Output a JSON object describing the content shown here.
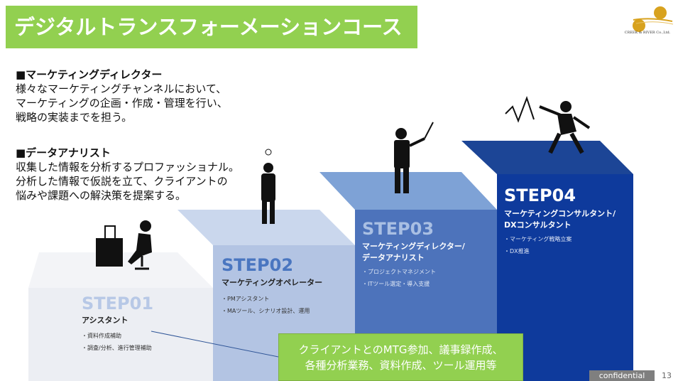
{
  "title": "デジタルトランスフォーメーションコース",
  "logo": {
    "text": "CREEK & RIVER Co.,Ltd."
  },
  "descriptions": [
    {
      "heading": "■マーケティングディレクター",
      "lines": [
        "様々なマーケティングチャンネルにおいて、",
        "マーケティングの企画・作成・管理を行い、",
        "戦略の実装までを担う。"
      ]
    },
    {
      "heading": "■データアナリスト",
      "lines": [
        "収集した情報を分析するプロファッショナル。",
        "分析した情報で仮説を立て、クライアントの",
        "悩みや課題への解決策を提案する。"
      ]
    }
  ],
  "steps": [
    {
      "label": "STEP01",
      "role": [
        "アシスタント"
      ],
      "items": [
        "・資料作成補助",
        "・調査/分析、進行管理補助"
      ]
    },
    {
      "label": "STEP02",
      "role": [
        "マーケティングオペレーター"
      ],
      "items": [
        "・PMアシスタント",
        "・MAツール、シナリオ設計、運用"
      ]
    },
    {
      "label": "STEP03",
      "role": [
        "マーケティングディレクター/",
        "データアナリスト"
      ],
      "items": [
        "・プロジェクトマネジメント",
        "・ITツール選定・導入支援"
      ]
    },
    {
      "label": "STEP04",
      "role": [
        "マーケティングコンサルタント/",
        "DXコンサルタント"
      ],
      "items": [
        "・マーケティング戦略立案",
        "・DX推進"
      ]
    }
  ],
  "callout": {
    "lines": [
      "クライアントとのMTG参加、議事録作成、",
      "各種分析業務、資料作成、ツール運用等"
    ]
  },
  "footer": {
    "confidential": "confidential",
    "page": "13"
  },
  "colors": {
    "green": "#92d050",
    "step1": "#eef0f5",
    "step2": "#b3c4e3",
    "step3": "#4d73bb",
    "step4": "#0e3a9c"
  }
}
